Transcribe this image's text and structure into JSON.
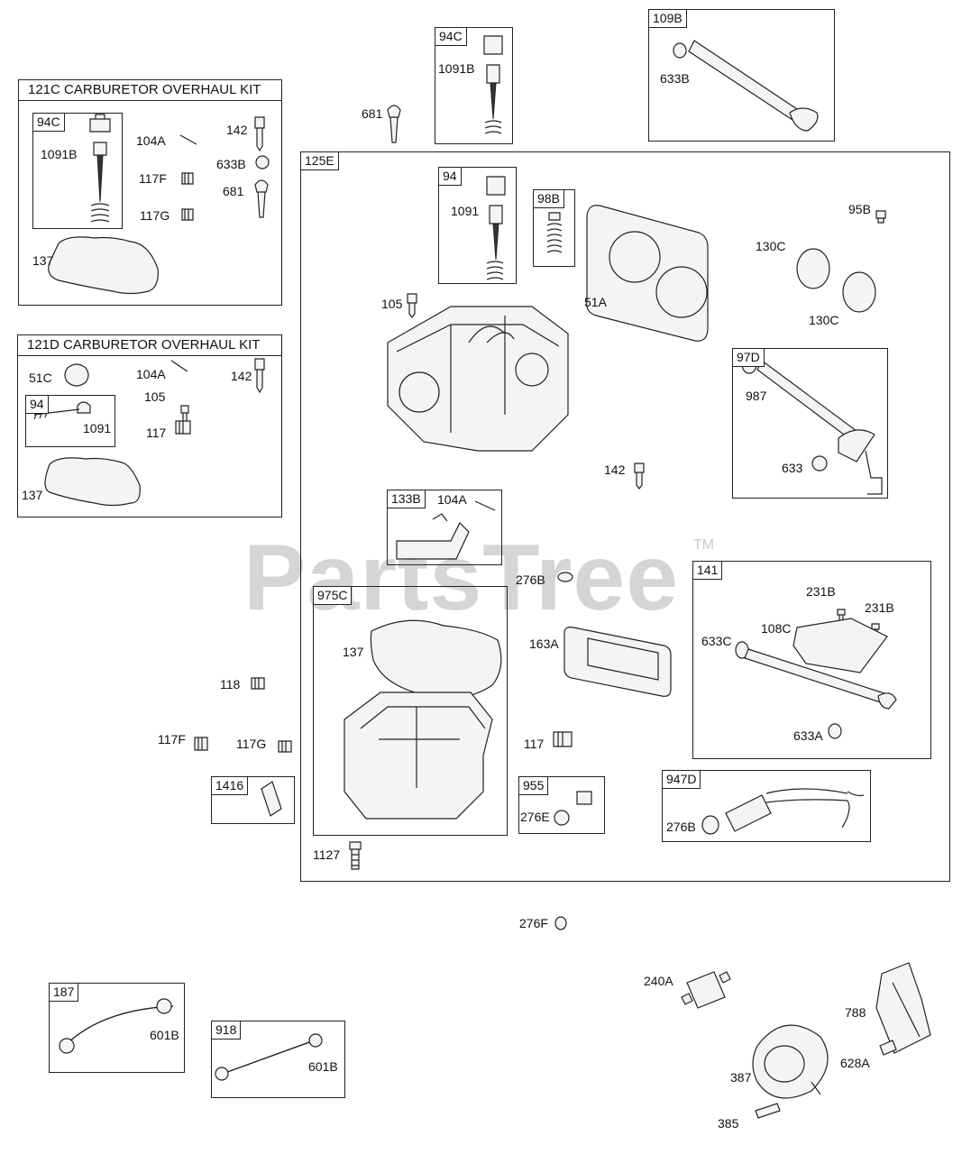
{
  "watermark": {
    "text": "PartsTree",
    "tm": "TM"
  },
  "kits": {
    "k121c": {
      "title": "121C CARBURETOR OVERHAUL KIT"
    },
    "k121d": {
      "title": "121D CARBURETOR OVERHAUL KIT"
    }
  },
  "groups": {
    "g94c_kit": "94C",
    "g94c_top": "94C",
    "g109b": "109B",
    "g125e": "125E",
    "g94": "94",
    "g98b": "98B",
    "g97d": "97D",
    "g94_kit": "94",
    "g133b": "133B",
    "g975c": "975C",
    "g141": "141",
    "g1416": "1416",
    "g955": "955",
    "g947d": "947D",
    "g187": "187",
    "g918": "918"
  },
  "labels": {
    "l1091b_kit": "1091B",
    "l104a_kit": "104A",
    "l142_kit": "142",
    "l633b_kit": "633B",
    "l117f_kit": "117F",
    "l681_kit": "681",
    "l117g_kit": "117G",
    "l137_kit": "137",
    "l51c": "51C",
    "l104a_kitd": "104A",
    "l142_kitd": "142",
    "l105_kitd": "105",
    "l1091_kitd": "1091",
    "l117_kitd": "117",
    "l137_kitd": "137",
    "l681_top": "681",
    "l1091b_top": "1091B",
    "l633b_top": "633B",
    "l1091": "1091",
    "l105": "105",
    "l51a": "51A",
    "l130c_a": "130C",
    "l95b": "95B",
    "l130c_b": "130C",
    "l987": "987",
    "l633": "633",
    "l142": "142",
    "l104a": "104A",
    "l276b": "276B",
    "l231b_a": "231B",
    "l231b_b": "231B",
    "l108c": "108C",
    "l633c": "633C",
    "l137": "137",
    "l163a": "163A",
    "l633a": "633A",
    "l118": "118",
    "l117f": "117F",
    "l117g": "117G",
    "l117": "117",
    "l276e": "276E",
    "l276b_b": "276B",
    "l1127": "1127",
    "l276f": "276F",
    "l240a": "240A",
    "l788": "788",
    "l601b_a": "601B",
    "l601b_b": "601B",
    "l628a": "628A",
    "l387": "387",
    "l385": "385"
  }
}
